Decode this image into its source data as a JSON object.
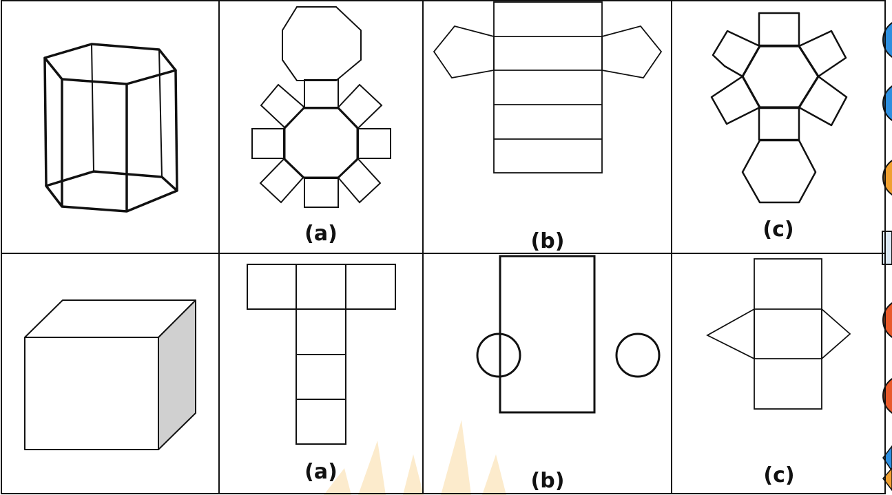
{
  "rows": [
    {
      "labels": [
        "(a)",
        "(b)",
        "(c)"
      ]
    },
    {
      "labels": [
        "(a)",
        "(b)",
        "(c)"
      ]
    }
  ],
  "colors": {
    "line": "#111111",
    "cube_side": "#d0d0d0",
    "watermark": "#f5b84a",
    "badge_blue": "#2d8fe0",
    "badge_orange": "#f0a030",
    "badge_red": "#e85a2a"
  },
  "icons": [
    "hexagonal-prism-icon",
    "octagon-net-icon",
    "pentagon-net-icon",
    "hexagon-net-icon",
    "cuboid-icon",
    "cross-net-icon",
    "cylinder-net-icon",
    "triangular-net-icon"
  ]
}
